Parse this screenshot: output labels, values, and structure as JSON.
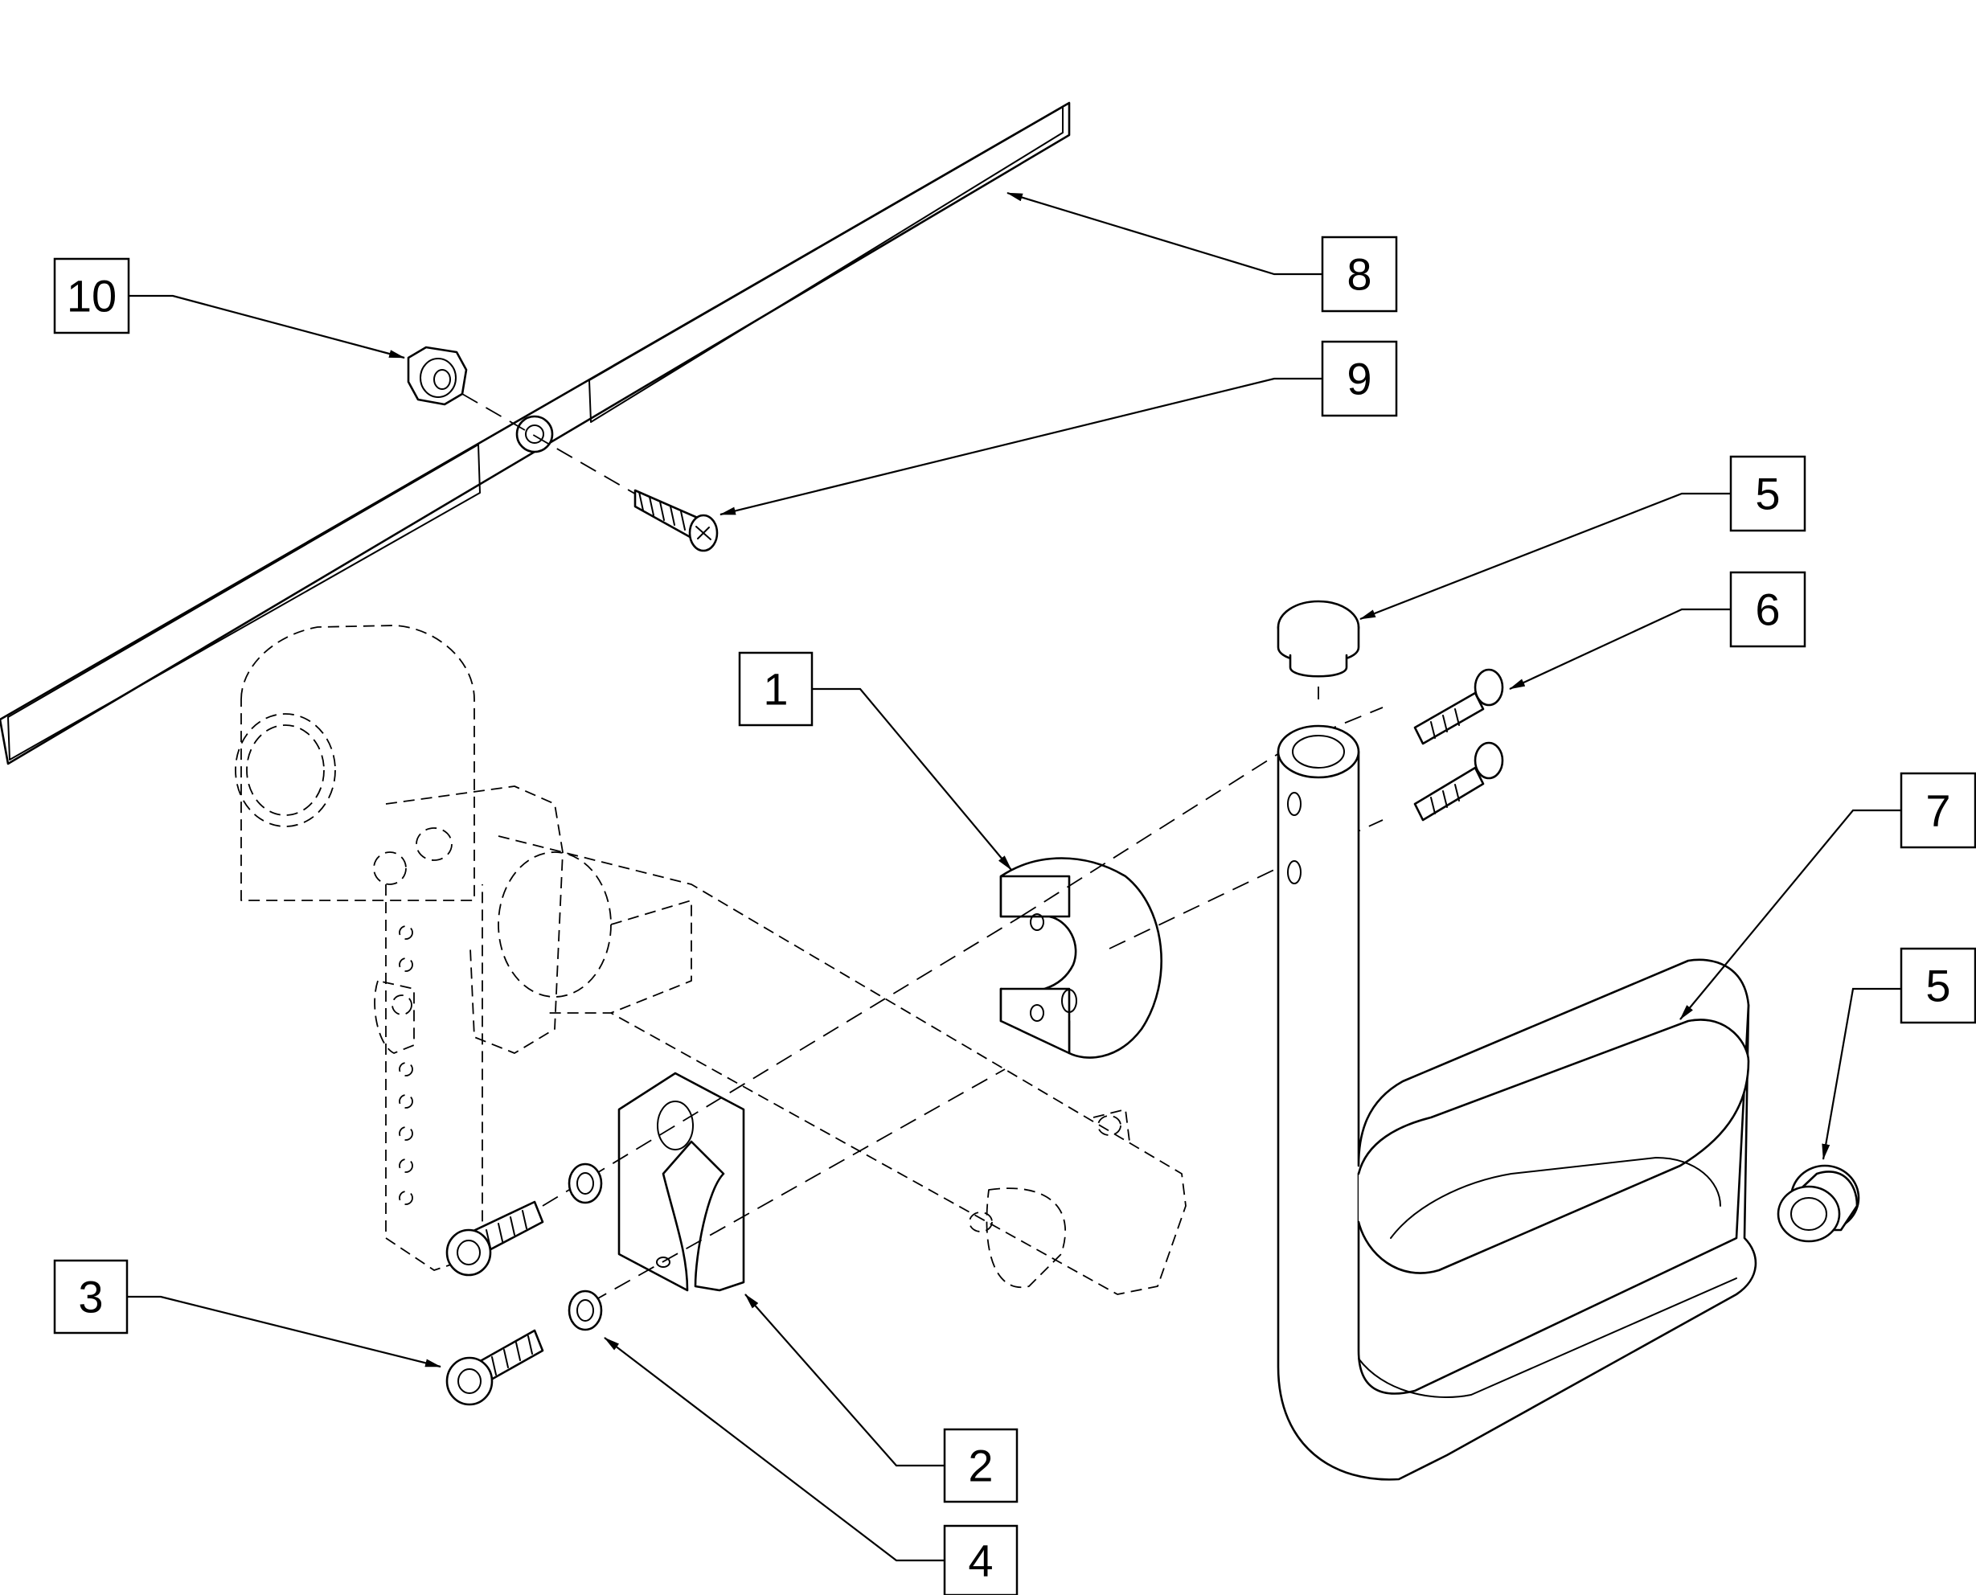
{
  "callouts": [
    {
      "id": "callout-1",
      "label": "1"
    },
    {
      "id": "callout-2",
      "label": "2"
    },
    {
      "id": "callout-3",
      "label": "3"
    },
    {
      "id": "callout-4",
      "label": "4"
    },
    {
      "id": "callout-5-top",
      "label": "5"
    },
    {
      "id": "callout-5-bottom",
      "label": "5"
    },
    {
      "id": "callout-6",
      "label": "6"
    },
    {
      "id": "callout-7",
      "label": "7"
    },
    {
      "id": "callout-8",
      "label": "8"
    },
    {
      "id": "callout-9",
      "label": "9"
    },
    {
      "id": "callout-10",
      "label": "10"
    }
  ],
  "colors": {
    "line": "#000000",
    "background": "#ffffff"
  }
}
